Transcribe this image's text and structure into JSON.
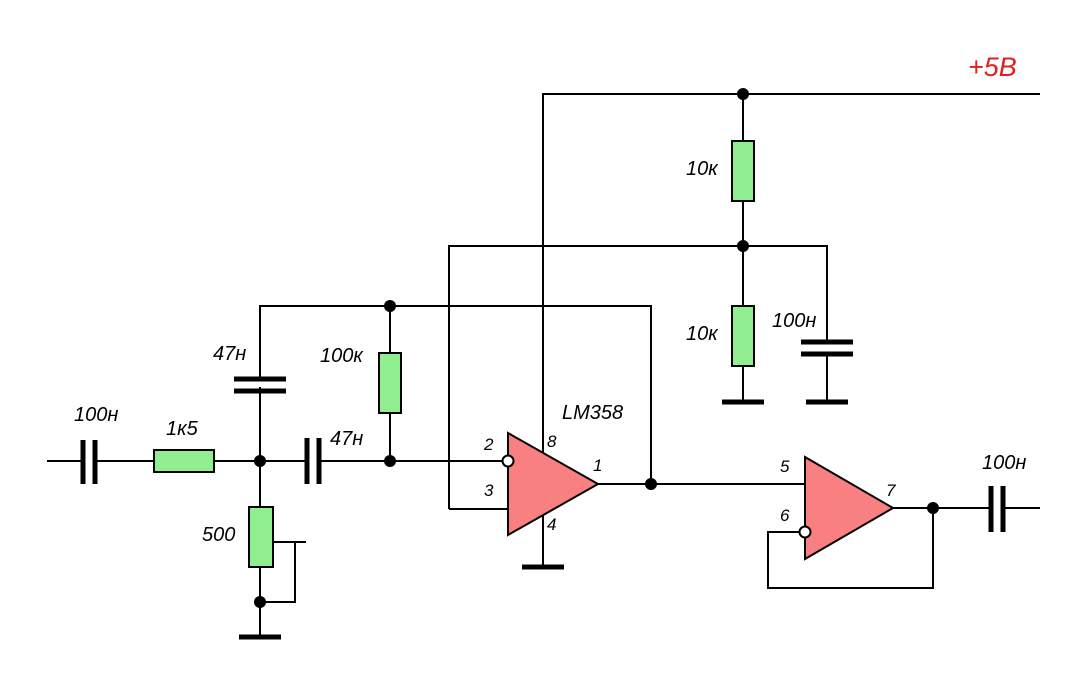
{
  "supply_label": "+5B",
  "chip_label": "LM358",
  "components": {
    "c_in": "100н",
    "r_series": "1к5",
    "c_shunt": "47н",
    "pot": "500",
    "c_couple": "47н",
    "r_feedback": "100к",
    "r_div_top": "10к",
    "r_div_bottom": "10к",
    "c_bypass": "100н",
    "c_out": "100н"
  },
  "pins": {
    "p1": "1",
    "p2": "2",
    "p3": "3",
    "p4": "4",
    "p5": "5",
    "p6": "6",
    "p7": "7",
    "p8": "8"
  },
  "colors": {
    "resistor_fill": "#90ee90",
    "opamp_fill": "#f88080",
    "supply_text": "#e02020"
  }
}
